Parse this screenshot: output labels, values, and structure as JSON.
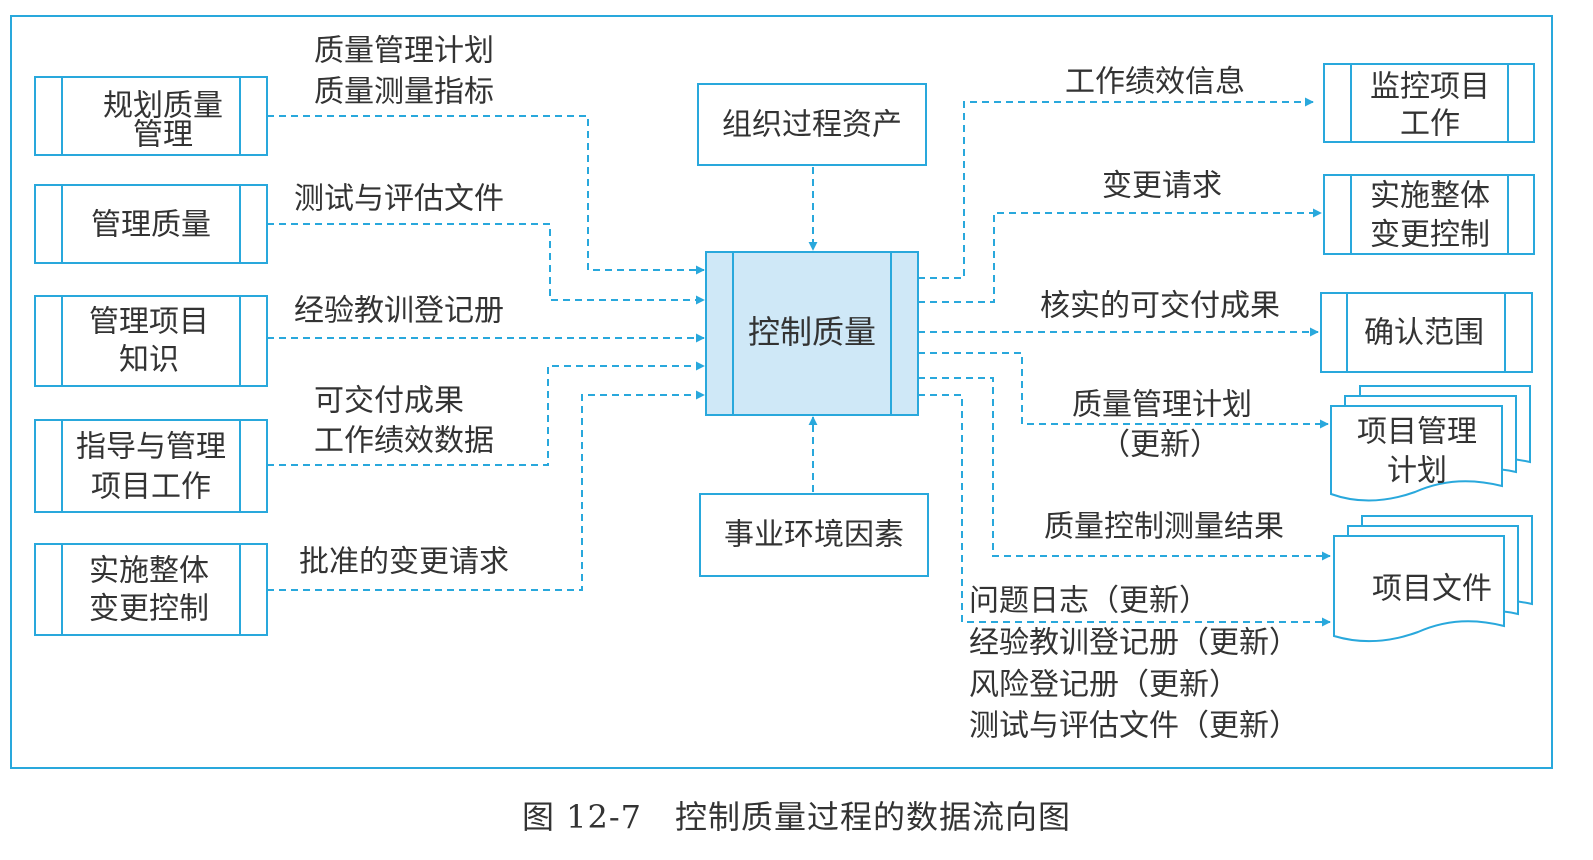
{
  "colors": {
    "line": "#29a8dc",
    "highlight": "#cfe8f7",
    "text": "#333333"
  },
  "left_boxes": {
    "plan_quality": [
      "规划质量",
      "管理"
    ],
    "manage_quality": [
      "管理质量"
    ],
    "manage_knowledge": [
      "管理项目",
      "知识"
    ],
    "direct_work": [
      "指导与管理",
      "项目工作"
    ],
    "change_control": [
      "实施整体",
      "变更控制"
    ]
  },
  "left_labels": {
    "plan_quality": [
      "质量管理计划",
      "质量测量指标"
    ],
    "manage_quality": [
      "测试与评估文件"
    ],
    "manage_knowledge": [
      "经验教训登记册"
    ],
    "direct_work": [
      "可交付成果",
      "工作绩效数据"
    ],
    "change_control": [
      "批准的变更请求"
    ]
  },
  "center": {
    "process": "控制质量",
    "top_input": "组织过程资产",
    "bottom_input": "事业环境因素"
  },
  "right_boxes": {
    "monitor": [
      "监控项目",
      "工作"
    ],
    "change_control": [
      "实施整体",
      "变更控制"
    ],
    "validate_scope": [
      "确认范围"
    ],
    "project_plan": [
      "项目管理",
      "计划"
    ],
    "project_docs": [
      "项目文件"
    ]
  },
  "right_labels": {
    "work_performance_info": "工作绩效信息",
    "change_requests": "变更请求",
    "verified_deliverables": "核实的可交付成果",
    "qm_plan_update": [
      "质量管理计划",
      "（更新）"
    ],
    "qc_measurements": "质量控制测量结果",
    "doc_updates": [
      "问题日志（更新）",
      "经验教训登记册（更新）",
      "风险登记册（更新）",
      "测试与评估文件（更新）"
    ]
  },
  "caption": "图 12-7　控制质量过程的数据流向图"
}
